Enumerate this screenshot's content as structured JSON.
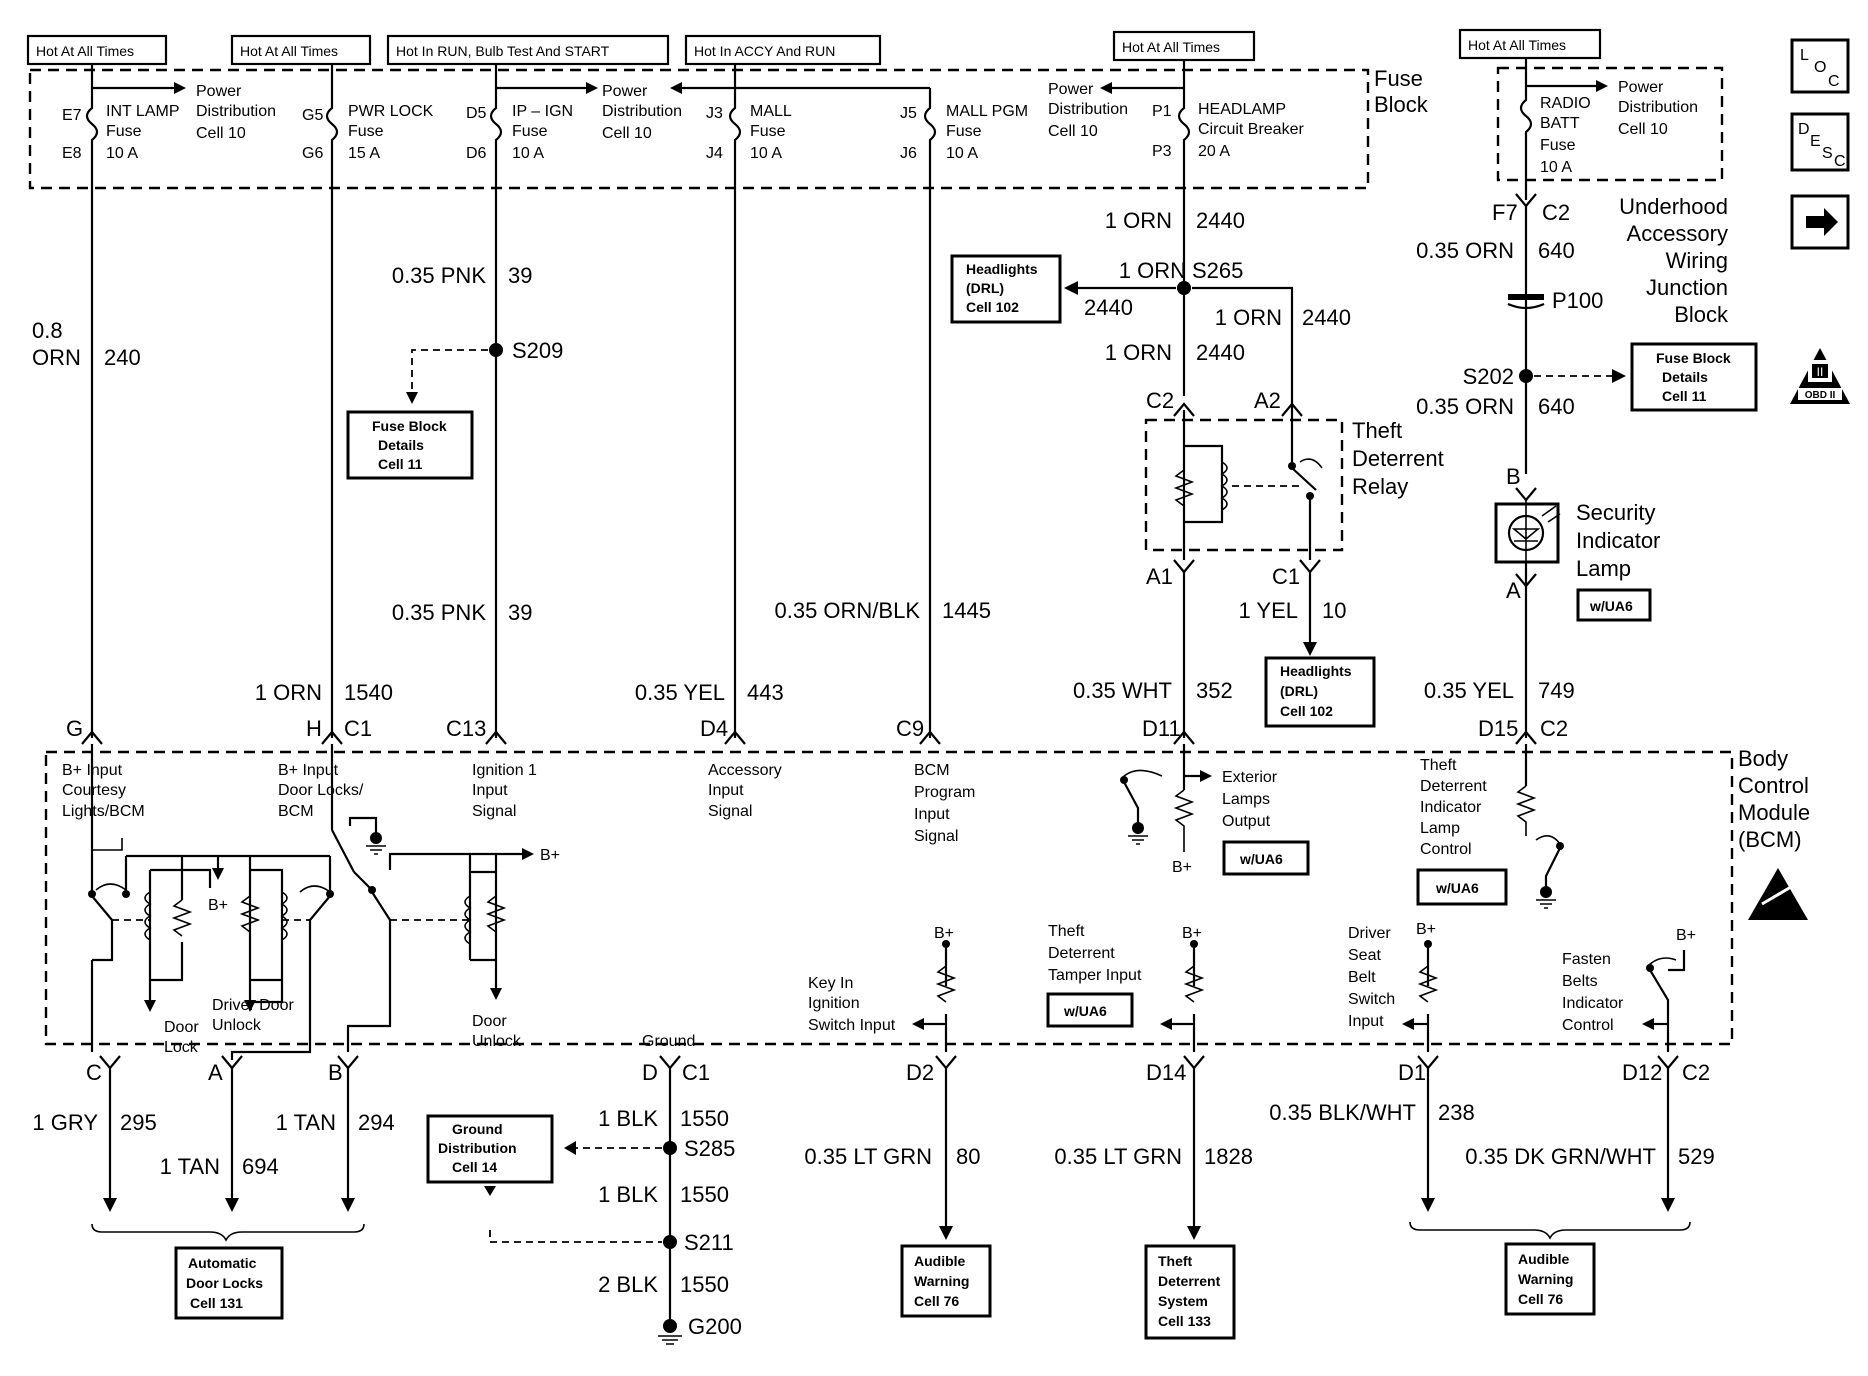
{
  "hot_labels": {
    "int_lamp": "Hot At All Times",
    "pwr_lock": "Hot At All Times",
    "ip_ign": "Hot In RUN, Bulb Test And START",
    "mall": "Hot In ACCY And RUN",
    "headlamp": "Hot At All Times",
    "radio": "Hot At All Times"
  },
  "fuse_block": {
    "title_1": "Fuse",
    "title_2": "Block",
    "fuses": {
      "int_lamp": {
        "top": "E7",
        "bottom": "E8",
        "name": "INT LAMP",
        "kind": "Fuse",
        "rating": "10 A"
      },
      "pwr_lock": {
        "top": "G5",
        "bottom": "G6",
        "name": "PWR LOCK",
        "kind": "Fuse",
        "rating": "15 A"
      },
      "ip_ign": {
        "top": "D5",
        "bottom": "D6",
        "name": "IP – IGN",
        "kind": "Fuse",
        "rating": "10 A"
      },
      "mall": {
        "top": "J3",
        "bottom": "J4",
        "name": "MALL",
        "kind": "Fuse",
        "rating": "10 A"
      },
      "mall_pgm": {
        "top": "J5",
        "bottom": "J6",
        "name": "MALL PGM",
        "kind": "Fuse",
        "rating": "10 A"
      },
      "headlamp": {
        "top": "P1",
        "bottom": "P3",
        "name": "HEADLAMP",
        "kind": "Circuit Breaker",
        "rating": "20 A"
      }
    },
    "power_dist": {
      "line1": "Power",
      "line2": "Distribution",
      "line3": "Cell 10"
    }
  },
  "junction_block": {
    "title": [
      "Underhood",
      "Accessory",
      "Wiring",
      "Junction",
      "Block"
    ],
    "fuse": {
      "name_1": "RADIO",
      "name_2": "BATT",
      "kind": "Fuse",
      "rating": "10 A"
    },
    "connector_top": "F7",
    "connector_right": "C2"
  },
  "wires": {
    "w240": {
      "size": "0.8",
      "color": "ORN",
      "circuit": "240"
    },
    "w39a": {
      "spec": "0.35 PNK",
      "circuit": "39"
    },
    "w39b": {
      "spec": "0.35 PNK",
      "circuit": "39"
    },
    "w1540": {
      "spec": "1 ORN",
      "circuit": "1540"
    },
    "w443": {
      "spec": "0.35 YEL",
      "circuit": "443"
    },
    "w1445": {
      "spec": "0.35 ORN/BLK",
      "circuit": "1445"
    },
    "w2440a": {
      "spec": "1 ORN",
      "circuit": "2440"
    },
    "w2440b": {
      "spec": "1 ORN",
      "circuit": "2440"
    },
    "w2440c": {
      "spec": "1 ORN",
      "circuit": "2440"
    },
    "w2440d": {
      "spec": "1 ORN",
      "circuit": "2440"
    },
    "w10": {
      "spec": "1 YEL",
      "circuit": "10"
    },
    "w352": {
      "spec": "0.35 WHT",
      "circuit": "352"
    },
    "w640a": {
      "spec": "0.35 ORN",
      "circuit": "640"
    },
    "w640b": {
      "spec": "0.35 ORN",
      "circuit": "640"
    },
    "w749": {
      "spec": "0.35 YEL",
      "circuit": "749"
    },
    "w295": {
      "spec": "1 GRY",
      "circuit": "295"
    },
    "w694": {
      "spec": "1 TAN",
      "circuit": "694"
    },
    "w294": {
      "spec": "1 TAN",
      "circuit": "294"
    },
    "w1550a": {
      "spec": "1 BLK",
      "circuit": "1550"
    },
    "w1550b": {
      "spec": "1 BLK",
      "circuit": "1550"
    },
    "w1550c": {
      "spec": "2 BLK",
      "circuit": "1550"
    },
    "w80": {
      "spec": "0.35 LT GRN",
      "circuit": "80"
    },
    "w1828": {
      "spec": "0.35 LT GRN",
      "circuit": "1828"
    },
    "w238": {
      "spec": "0.35 BLK/WHT",
      "circuit": "238"
    },
    "w529": {
      "spec": "0.35 DK GRN/WHT",
      "circuit": "529"
    }
  },
  "splices": {
    "s209": "S209",
    "s265": "S265",
    "s202": "S202",
    "s285": "S285",
    "s211": "S211",
    "p100": "P100",
    "g200": "G200"
  },
  "relay": {
    "title": [
      "Theft",
      "Deterrent",
      "Relay"
    ],
    "c2": "C2",
    "a2": "A2",
    "a1": "A1",
    "c1": "C1"
  },
  "security_lamp": {
    "title": [
      "Security",
      "Indicator",
      "Lamp"
    ],
    "b": "B",
    "a": "A",
    "option": "w/UA6"
  },
  "refs": {
    "headlights_top": [
      "Headlights",
      "(DRL)",
      "Cell 102"
    ],
    "headlights_mid": [
      "Headlights",
      "(DRL)",
      "Cell 102"
    ],
    "fuse_details_left": [
      "Fuse Block",
      "Details",
      "Cell 11"
    ],
    "fuse_details_right": [
      "Fuse Block",
      "Details",
      "Cell 11"
    ],
    "ground_dist": [
      "Ground",
      "Distribution",
      "Cell 14"
    ],
    "auto_door_locks": [
      "Automatic",
      "Door Locks",
      "Cell 131"
    ],
    "audible_warning_1": [
      "Audible",
      "Warning",
      "Cell 76"
    ],
    "theft_system": [
      "Theft",
      "Deterrent",
      "System",
      "Cell 133"
    ],
    "audible_warning_2": [
      "Audible",
      "Warning",
      "Cell 76"
    ]
  },
  "bcm": {
    "title": [
      "Body",
      "Control",
      "Module",
      "(BCM)"
    ],
    "top_pins": {
      "g": "G",
      "h": "H",
      "c1": "C1",
      "c13": "C13",
      "d4": "D4",
      "c9": "C9",
      "d11": "D11",
      "d15": "D15",
      "c2": "C2"
    },
    "bottom_pins": {
      "c": "C",
      "a": "A",
      "b": "B",
      "c1": "C1",
      "d": "D",
      "d2": "D2",
      "d14": "D14",
      "d1": "D1",
      "d12": "D12",
      "c2": "C2"
    },
    "inputs": {
      "courtesy": [
        "B+ Input",
        "Courtesy",
        "Lights/BCM"
      ],
      "door_locks": [
        "B+ Input",
        "Door Locks/",
        "BCM"
      ],
      "ignition1": [
        "Ignition 1",
        "Input",
        "Signal"
      ],
      "accessory": [
        "Accessory",
        "Input",
        "Signal"
      ],
      "program": [
        "BCM",
        "Program",
        "Input",
        "Signal"
      ],
      "exterior": [
        "Exterior",
        "Lamps",
        "Output"
      ],
      "theft_lamp": [
        "Theft",
        "Deterrent",
        "Indicator",
        "Lamp",
        "Control"
      ],
      "key_in": [
        "Key In",
        "Ignition",
        "Switch Input"
      ],
      "tamper": [
        "Theft",
        "Deterrent",
        "Tamper Input"
      ],
      "seat_belt": [
        "Driver",
        "Seat",
        "Belt",
        "Switch",
        "Input"
      ],
      "fasten": [
        "Fasten",
        "Belts",
        "Indicator",
        "Control"
      ]
    },
    "door_lock": [
      "Door",
      "Lock"
    ],
    "driver_door_unlock": [
      "Driver Door",
      "Unlock"
    ],
    "door_unlock": [
      "Door",
      "Unlock"
    ],
    "ground": "Ground",
    "bplus": "B+",
    "option": "w/UA6"
  },
  "side_icons": {
    "loc": "LOC",
    "desc": "DESC",
    "obd": "OBD II"
  }
}
